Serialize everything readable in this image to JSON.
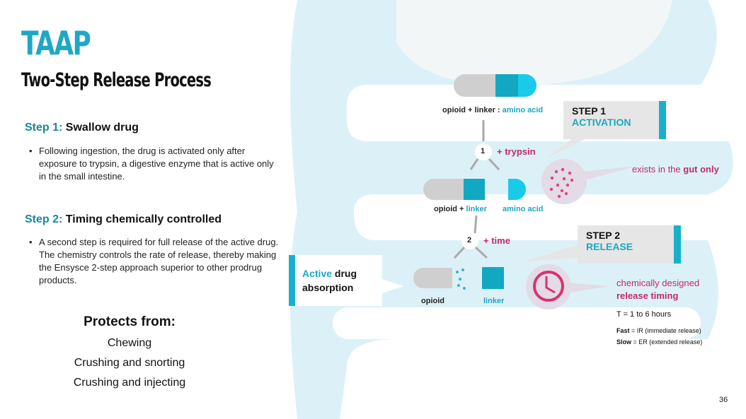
{
  "header": {
    "title": "TAAP",
    "subtitle": "Two-Step Release Process"
  },
  "steps": [
    {
      "label": "Step 1:",
      "heading": "Swallow drug",
      "bullet": "Following ingestion, the drug is activated only after exposure to trypsin, a digestive enzyme that is active only in the small intestine."
    },
    {
      "label": "Step 2:",
      "heading": "Timing chemically controlled",
      "bullet": "A second step is required for full release of the active drug.  The chemistry controls the rate of release, thereby making the Ensysce 2-step approach superior to other prodrug products."
    }
  ],
  "protects": {
    "heading": "Protects from:",
    "items": [
      "Chewing",
      "Crushing and snorting",
      "Crushing and injecting"
    ]
  },
  "diagram": {
    "capsule_label": {
      "part1": "opioid + linker : ",
      "part2": "amino acid"
    },
    "step1_number": "1",
    "step1_agent": "+ trypsin",
    "split1_left": {
      "part1": "opioid + ",
      "part2": "linker"
    },
    "split1_right": "amino acid",
    "step2_number": "2",
    "step2_agent": "+ time",
    "final_left": "opioid",
    "final_right": "linker",
    "step1_box": {
      "number": "STEP 1",
      "word": "ACTIVATION"
    },
    "step2_box": {
      "number": "STEP 2",
      "word": "RELEASE"
    },
    "gut_note": {
      "part1": "exists in the ",
      "part2": "gut only"
    },
    "release_note": {
      "line1": "chemically designed",
      "line2": "release timing"
    },
    "time_range": "T = 1 to 6 hours",
    "fast": {
      "label": "Fast",
      "text": " = IR (immediate release)"
    },
    "slow": {
      "label": "Slow",
      "text": " = ER (extended release)"
    },
    "absorption": {
      "part1": "Active",
      "part2": " drug",
      "line2": "absorption"
    }
  },
  "colors": {
    "accent": "#1ea8c4",
    "pink": "#c2286f",
    "gut": "#dcf1f7"
  },
  "page_number": "36"
}
